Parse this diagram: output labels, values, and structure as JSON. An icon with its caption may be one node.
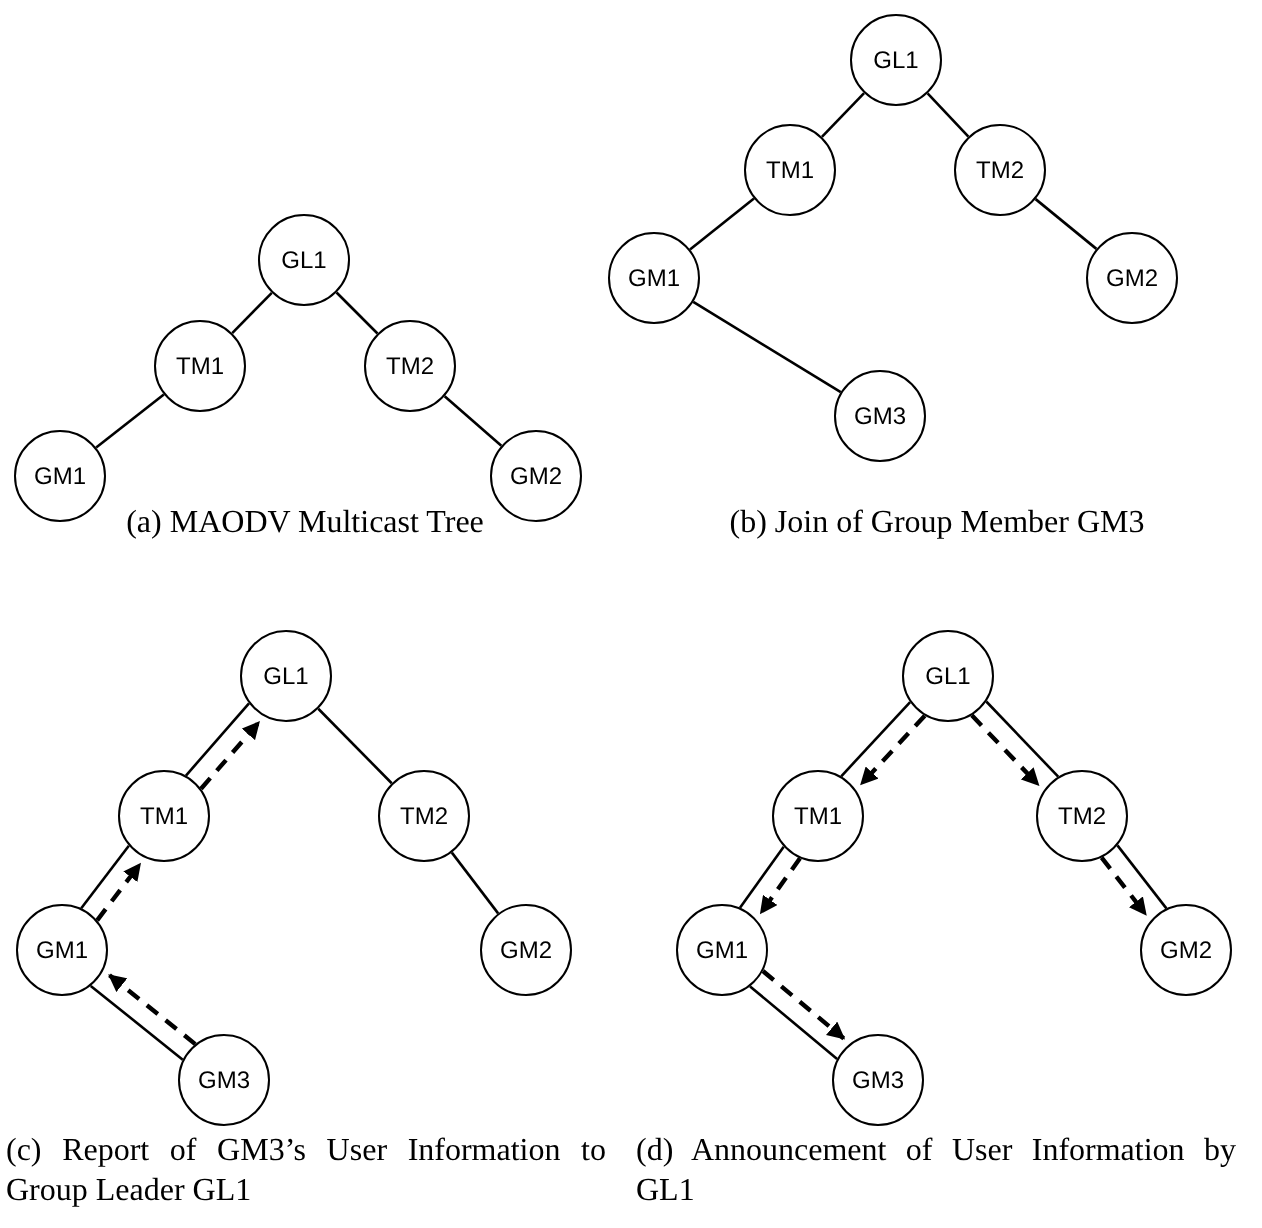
{
  "diagram": {
    "nodes": [
      {
        "text": [
          "GL1"
        ]
      },
      {
        "text": [
          "TM1"
        ]
      },
      {
        "text": [
          "TM2"
        ]
      },
      {
        "text": [
          "GM1"
        ]
      },
      {
        "text": [
          "GM2"
        ]
      },
      {
        "text": [
          "GL1"
        ]
      },
      {
        "text": [
          "TM1"
        ]
      },
      {
        "text": [
          "TM2"
        ]
      },
      {
        "text": [
          "GM1"
        ]
      },
      {
        "text": [
          "GM2"
        ]
      },
      {
        "text": [
          "GM3"
        ]
      },
      {
        "text": [
          "GL1"
        ]
      },
      {
        "text": [
          "TM1"
        ]
      },
      {
        "text": [
          "TM2"
        ]
      },
      {
        "text": [
          "GM1"
        ]
      },
      {
        "text": [
          "GM2"
        ]
      },
      {
        "text": [
          "GM3"
        ]
      },
      {
        "text": [
          "GL1"
        ]
      },
      {
        "text": [
          "TM1"
        ]
      },
      {
        "text": [
          "TM2"
        ]
      },
      {
        "text": [
          "GM1"
        ]
      },
      {
        "text": [
          "GM2"
        ]
      },
      {
        "text": [
          "GM3"
        ]
      }
    ],
    "edges": [
      {
        "from": 0,
        "to": 1,
        "arrow": "none"
      },
      {
        "from": 0,
        "to": 2,
        "arrow": "none"
      },
      {
        "from": 1,
        "to": 3,
        "arrow": "none"
      },
      {
        "from": 2,
        "to": 4,
        "arrow": "none"
      },
      {
        "from": 5,
        "to": 6,
        "arrow": "none"
      },
      {
        "from": 5,
        "to": 7,
        "arrow": "none"
      },
      {
        "from": 6,
        "to": 8,
        "arrow": "none"
      },
      {
        "from": 7,
        "to": 9,
        "arrow": "none"
      },
      {
        "from": 8,
        "to": 10,
        "arrow": "none"
      },
      {
        "from": 11,
        "to": 12,
        "arrow": "none"
      },
      {
        "from": 11,
        "to": 13,
        "arrow": "none"
      },
      {
        "from": 12,
        "to": 14,
        "arrow": "none"
      },
      {
        "from": 13,
        "to": 15,
        "arrow": "none"
      },
      {
        "from": 14,
        "to": 16,
        "arrow": "none"
      },
      {
        "from": 16,
        "to": 14,
        "arrow": "to",
        "style": "dashed"
      },
      {
        "from": 14,
        "to": 12,
        "arrow": "to",
        "style": "dashed"
      },
      {
        "from": 12,
        "to": 11,
        "arrow": "to",
        "style": "dashed"
      },
      {
        "from": 17,
        "to": 18,
        "arrow": "none"
      },
      {
        "from": 17,
        "to": 19,
        "arrow": "none"
      },
      {
        "from": 18,
        "to": 20,
        "arrow": "none"
      },
      {
        "from": 19,
        "to": 21,
        "arrow": "none"
      },
      {
        "from": 20,
        "to": 22,
        "arrow": "none"
      },
      {
        "from": 17,
        "to": 18,
        "arrow": "to",
        "style": "dashed"
      },
      {
        "from": 17,
        "to": 19,
        "arrow": "to",
        "style": "dashed"
      },
      {
        "from": 18,
        "to": 20,
        "arrow": "to",
        "style": "dashed"
      },
      {
        "from": 19,
        "to": 21,
        "arrow": "to",
        "style": "dashed"
      },
      {
        "from": 20,
        "to": 22,
        "arrow": "to",
        "style": "dashed"
      }
    ],
    "labels": [
      "(a) MAODV Multicast Tree",
      "(b) Join of Group Member GM3",
      "(c) Report of GM3’s User Information to Group Leader GL1",
      "(d) Announcement of User Information by GL1"
    ]
  }
}
